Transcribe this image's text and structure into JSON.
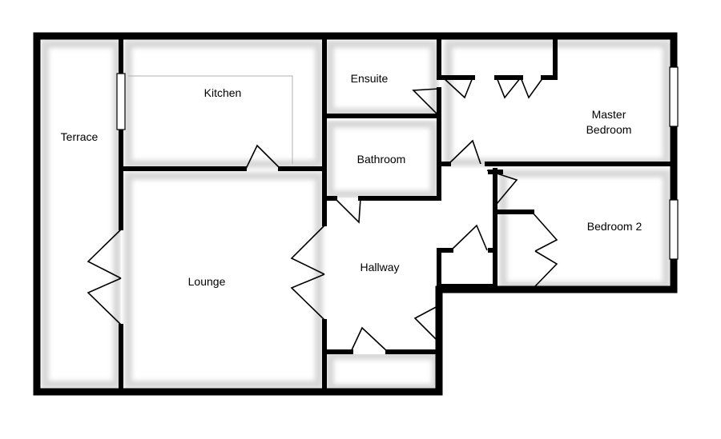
{
  "rooms": {
    "terrace": "Terrace",
    "kitchen": "Kitchen",
    "ensuite": "Ensuite",
    "master_line1": "Master",
    "master_line2": "Bedroom",
    "bathroom": "Bathroom",
    "bedroom2": "Bedroom 2",
    "lounge": "Lounge",
    "hallway": "Hallway"
  }
}
